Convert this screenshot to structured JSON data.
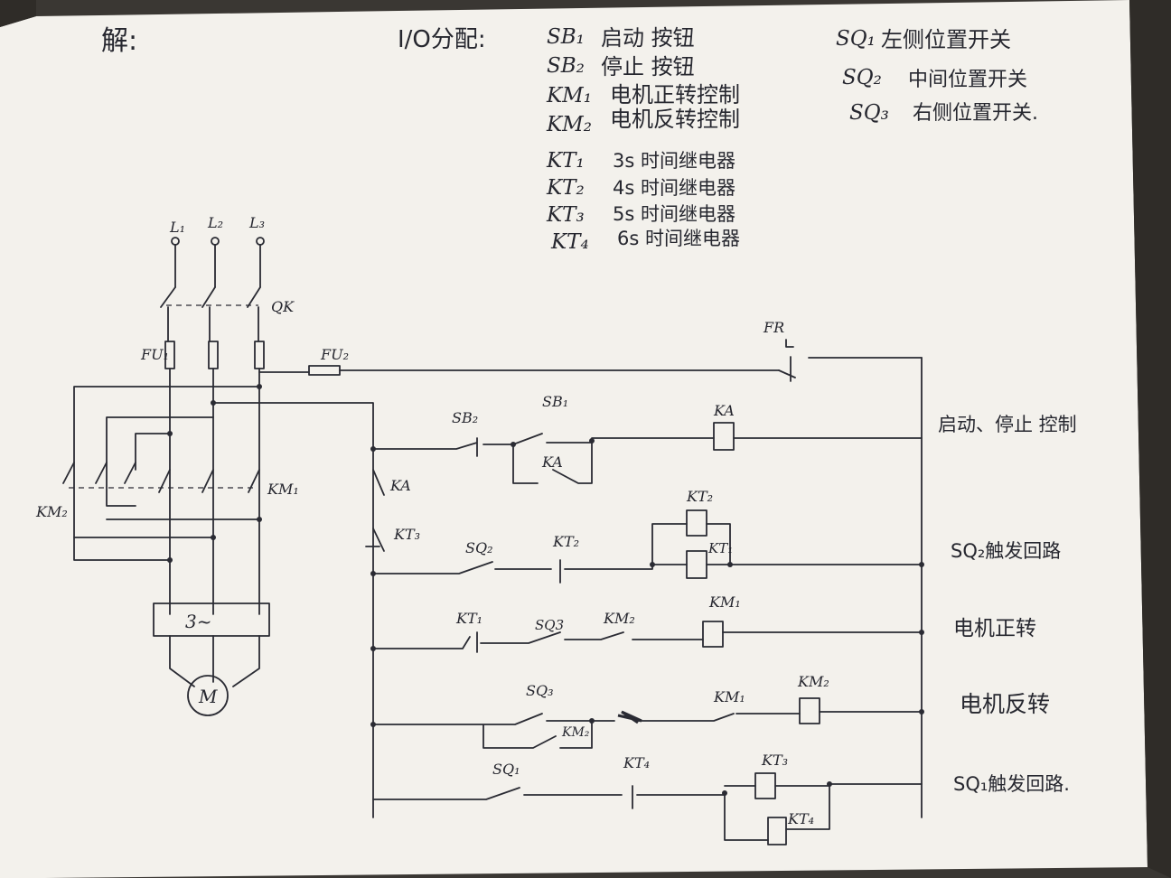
{
  "header": "解:",
  "io": {
    "title": "I/O分配:",
    "left": [
      {
        "code": "SB₁",
        "desc": "启动 按钮"
      },
      {
        "code": "SB₂",
        "desc": "停止 按钮"
      },
      {
        "code": "KM₁",
        "desc": "电机正转控制"
      },
      {
        "code": "KM₂",
        "desc": "电机反转控制"
      },
      {
        "code": "KT₁",
        "desc": "3s 时间继电器"
      },
      {
        "code": "KT₂",
        "desc": "4s 时间继电器"
      },
      {
        "code": "KT₃",
        "desc": "5s 时间继电器"
      },
      {
        "code": "KT₄",
        "desc": "6s 时间继电器"
      }
    ],
    "right": [
      {
        "code": "SQ₁",
        "desc": "左侧位置开关"
      },
      {
        "code": "SQ₂",
        "desc": "中间位置开关"
      },
      {
        "code": "SQ₃",
        "desc": "右侧位置开关."
      }
    ]
  },
  "power": {
    "phases": [
      "L₁",
      "L₂",
      "L₃"
    ],
    "qk": "QK",
    "fu1": "FU₁",
    "fu2": "FU₂",
    "fr": "FR",
    "km1": "KM₁",
    "km2": "KM₂",
    "motor_box": "3~",
    "motor": "M"
  },
  "ctrl": {
    "sb2": "SB₂",
    "sb1": "SB₁",
    "ka_hold": "KA",
    "ka_coil": "KA",
    "ka_contact": "KA",
    "kt3_contact": "KT₃",
    "sq2": "SQ₂",
    "kt2_contact": "KT₂",
    "kt2_coil": "KT₂",
    "kt1_coil": "KT₁",
    "kt1_contact": "KT₁",
    "sq3_a": "SQ3",
    "km2_nc": "KM₂",
    "km1_coil": "KM₁",
    "sq3_b": "SQ₃",
    "km2_hold": "KM₂",
    "km1_nc": "KM₁",
    "km2_coil": "KM₂",
    "sq1": "SQ₁",
    "kt4_contact": "KT₄",
    "kt3_coil": "KT₃",
    "kt4_coil": "KT₄"
  },
  "labels": {
    "start_stop": "启动、停止 控制",
    "sq2_loop": "SQ₂触发回路",
    "forward": "电机正转",
    "reverse": "电机反转",
    "sq1_loop": "SQ₁触发回路."
  }
}
